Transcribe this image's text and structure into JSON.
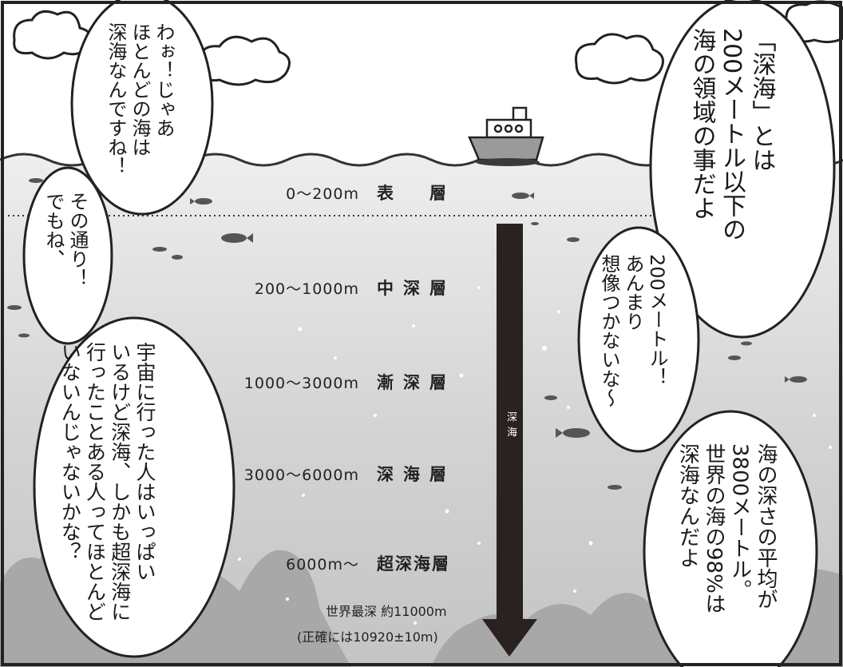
{
  "layers": [
    {
      "depth": "0～200m",
      "name": "表　層"
    },
    {
      "depth": "200～1000m",
      "name": "中深層"
    },
    {
      "depth": "1000～3000m",
      "name": "漸深層"
    },
    {
      "depth": "3000～6000m",
      "name": "深海層"
    },
    {
      "depth": "6000m～",
      "name": "超深海層"
    }
  ],
  "deepest": {
    "line1": "世界最深 約11000m",
    "line2": "(正確には10920±10m)"
  },
  "arrow_label": "深海",
  "bubbles": {
    "b1": [
      "わぉ！じゃあ",
      "ほとんどの海は",
      "深海なんですね！"
    ],
    "b2": [
      "「深海」とは",
      "200メートル以下の",
      "海の領域の事だよ"
    ],
    "b3": [
      "その通り！",
      "でもね、"
    ],
    "b4": [
      "200メートル！",
      "あんまり",
      "想像つかないな～"
    ],
    "b5": [
      "宇宙に行った人はいっぱい",
      "いるけど深海、しかも超深海に",
      "行ったことある人ってほとんど",
      "いないんじゃないかな？"
    ],
    "b6": [
      "海の深さの平均が",
      "3800メートル。",
      "世界の海の98%は",
      "深海なんだよ"
    ]
  },
  "colors": {
    "sky": "#ffffff",
    "sea_top": "#ededed",
    "sea_deep": "#c9c9c9",
    "seafloor": "#a9a9a9",
    "arrow": "#2a2220",
    "ink": "#222222"
  }
}
